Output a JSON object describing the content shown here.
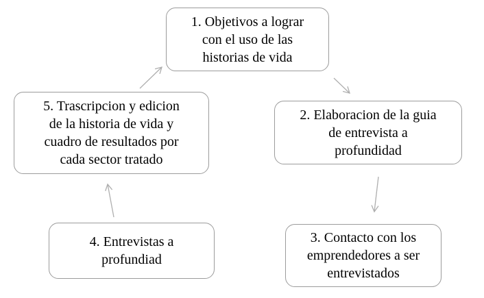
{
  "diagram": {
    "type": "cyclical-process-flow",
    "language": "es",
    "nodes": [
      {
        "id": "1",
        "label": "1. Objetivos a lograr\ncon el uso de las\nhistorias de vida"
      },
      {
        "id": "2",
        "label": "2. Elaboracion de la guia\nde entrevista a\nprofundidad"
      },
      {
        "id": "3",
        "label": "3. Contacto con los\nemprendedores a ser\nentrevistados"
      },
      {
        "id": "4",
        "label": "4. Entrevistas a\nprofundiad"
      },
      {
        "id": "5",
        "label": "5. Trascripcion y edicion\nde la historia de vida y\ncuadro de resultados por\ncada sector tratado"
      }
    ],
    "edges": [
      {
        "from": "1",
        "to": "2"
      },
      {
        "from": "2",
        "to": "3"
      },
      {
        "from": "4",
        "to": "5"
      },
      {
        "from": "5",
        "to": "1"
      }
    ],
    "colors": {
      "background": "#ffffff",
      "node-border": "#9b9b9b",
      "arrow": "#aeaeae",
      "text": "#000000"
    }
  }
}
